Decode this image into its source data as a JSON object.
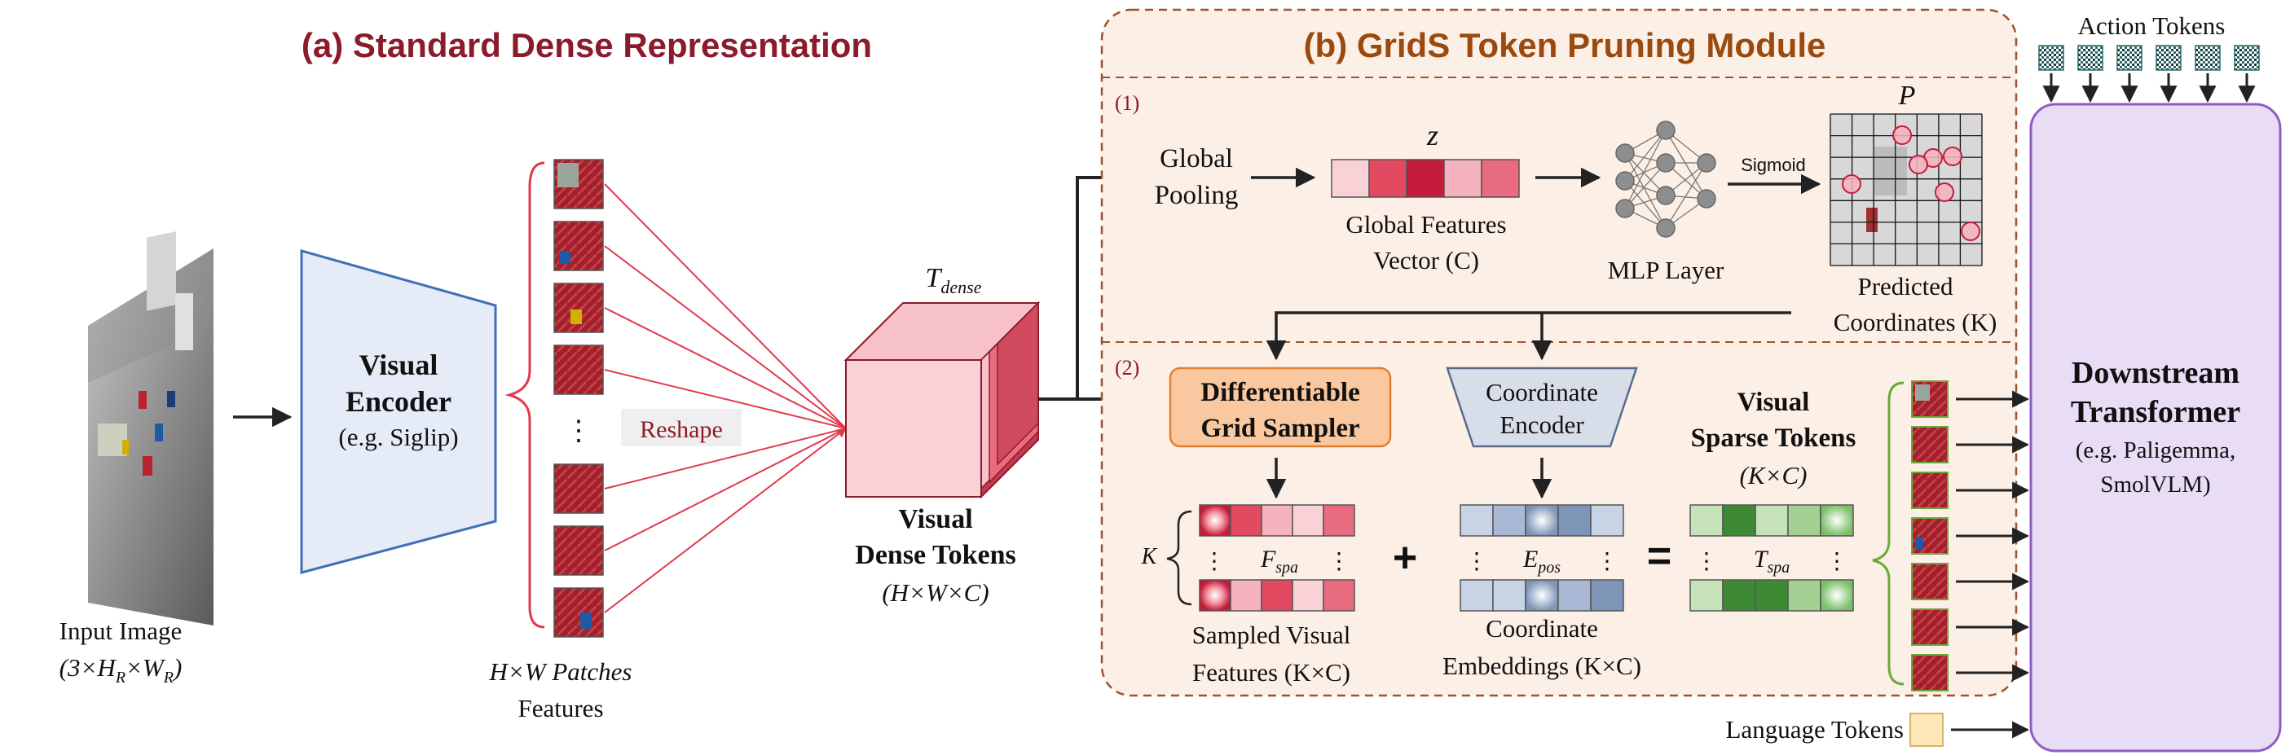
{
  "section_a": {
    "title": "(a) Standard Dense Representation",
    "title_color": "#8b1a2b",
    "input_image": {
      "label": "Input Image",
      "dims": "(3×H",
      "dims_r": "R",
      "dims_mid": "×W",
      "dims_end": ")"
    },
    "visual_encoder": {
      "title": "Visual",
      "title2": "Encoder",
      "subtitle": "(e.g. Siglip)"
    },
    "patches": {
      "dots": "⋮",
      "reshape": "Reshape",
      "label_line1": "H×W Patches",
      "label_line2": "Features"
    },
    "dense_tokens": {
      "tlabel_base": "T",
      "tlabel_sub": "dense",
      "line1": "Visual",
      "line2": "Dense Tokens",
      "line3": "(H×W×C)"
    }
  },
  "section_b": {
    "title": "(b) GridS Token Pruning Module",
    "title_color": "#9a4a0f",
    "panel_fill": "#fcefe6",
    "panel_border": "#a0522d",
    "step1": "(1)",
    "step2": "(2)",
    "global_pooling": {
      "line1": "Global",
      "line2": "Pooling"
    },
    "global_vector": {
      "symbol": "z",
      "line1": "Global Features",
      "line2": "Vector (C)"
    },
    "mlp": {
      "label": "MLP Layer"
    },
    "sigmoid": "Sigmoid",
    "predicted": {
      "symbol": "P",
      "line1": "Predicted",
      "line2": "Coordinates (K)"
    },
    "grid_sampler": {
      "line1": "Differentiable",
      "line2": "Grid Sampler"
    },
    "coord_encoder": {
      "line1": "Coordinate",
      "line2": "Encoder"
    },
    "sampled": {
      "k": "K",
      "dots": "⋮",
      "sym_base": "F",
      "sym_sub": "spa",
      "line1": "Sampled Visual",
      "line2": "Features (K×C)"
    },
    "plus": "+",
    "embeddings": {
      "sym_base": "E",
      "sym_sub": "pos",
      "line1": "Coordinate",
      "line2": "Embeddings (K×C)"
    },
    "equals": "=",
    "sparse": {
      "sym_base": "T",
      "sym_sub": "spa",
      "line1": "Visual",
      "line2": "Sparse Tokens",
      "line3": "(K×C)"
    }
  },
  "right": {
    "action_tokens": "Action Tokens",
    "downstream": {
      "line1": "Downstream",
      "line2": "Transformer",
      "line3": "(e.g. Paligemma,",
      "line4": "SmolVLM)"
    },
    "downstream_fill": "#e9dcf5",
    "downstream_border": "#8e5cc4",
    "language_tokens": "Language Tokens"
  }
}
